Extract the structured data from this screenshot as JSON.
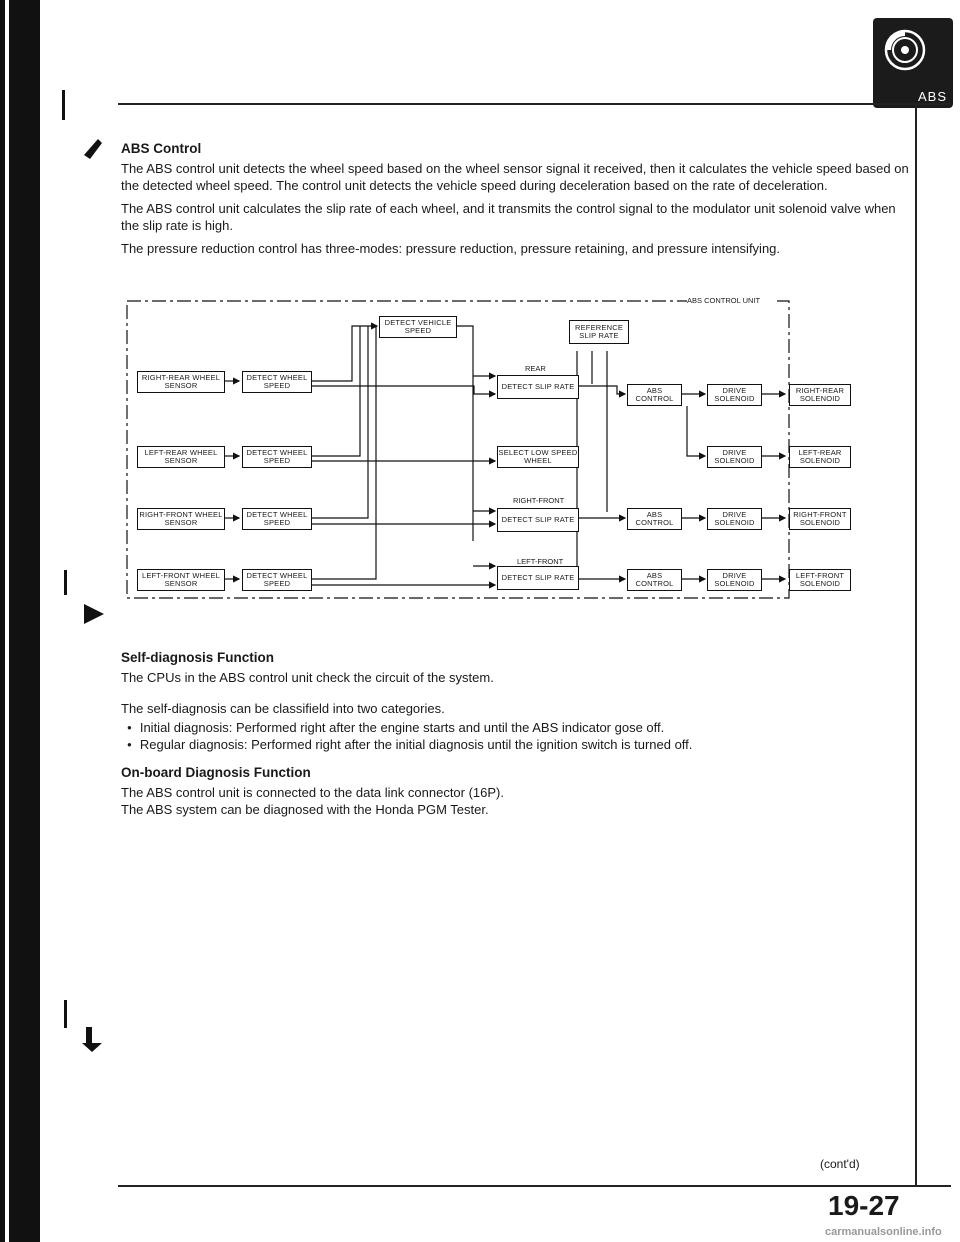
{
  "logo": {
    "text": "ABS",
    "icon": "abs-brake-icon"
  },
  "sections": {
    "abs_control": {
      "heading": "ABS Control",
      "paragraphs": [
        "The ABS control unit detects the wheel speed based on the wheel sensor signal it received, then it calculates the vehicle speed based on the detected wheel speed. The control unit detects the vehicle speed during deceleration based on the rate of deceleration.",
        "The ABS control unit calculates the slip rate of each wheel, and it transmits the control signal to the modulator unit solenoid valve when the slip rate is high.",
        "The pressure reduction control has three-modes: pressure reduction, pressure retaining, and pressure intensifying."
      ]
    },
    "self_diagnosis": {
      "heading": "Self-diagnosis Function",
      "paragraphs": [
        "The CPUs in the ABS control unit check the circuit of the system.",
        "The self-diagnosis can be classifield into two categories."
      ],
      "bullets": [
        "Initial diagnosis: Performed right after the engine starts and until the ABS indicator gose off.",
        "Regular diagnosis: Performed right after the initial diagnosis until the ignition switch is turned off."
      ]
    },
    "onboard": {
      "heading": "On-board Diagnosis Function",
      "paragraphs": [
        "The ABS control unit is connected to the data link connector (16P).",
        "The ABS system can be diagnosed with the Honda PGM Tester."
      ]
    }
  },
  "diagram": {
    "control_unit_label": "ABS CONTROL UNIT",
    "sensors": [
      "RIGHT-REAR WHEEL SENSOR",
      "LEFT-REAR WHEEL SENSOR",
      "RIGHT-FRONT WHEEL SENSOR",
      "LEFT-FRONT WHEEL SENSOR"
    ],
    "detect_wheel_speed": "DETECT WHEEL SPEED",
    "detect_vehicle_speed": "DETECT VEHICLE SPEED",
    "reference_slip_rate": "REFERENCE SLIP RATE",
    "select_low_speed_wheel": "SELECT LOW SPEED WHEEL",
    "detect_slip_rate": "DETECT SLIP RATE",
    "group_labels": [
      "REAR",
      "RIGHT-FRONT",
      "LEFT-FRONT"
    ],
    "abs_control": "ABS CONTROL",
    "drive_solenoid": "DRIVE SOLENOID",
    "solenoids": [
      "RIGHT-REAR SOLENOID",
      "LEFT-REAR SOLENOID",
      "RIGHT-FRONT SOLENOID",
      "LEFT-FRONT SOLENOID"
    ]
  },
  "footer": {
    "cont": "(cont'd)",
    "page_number": "19-27",
    "watermark": "carmanualsonline.info"
  }
}
